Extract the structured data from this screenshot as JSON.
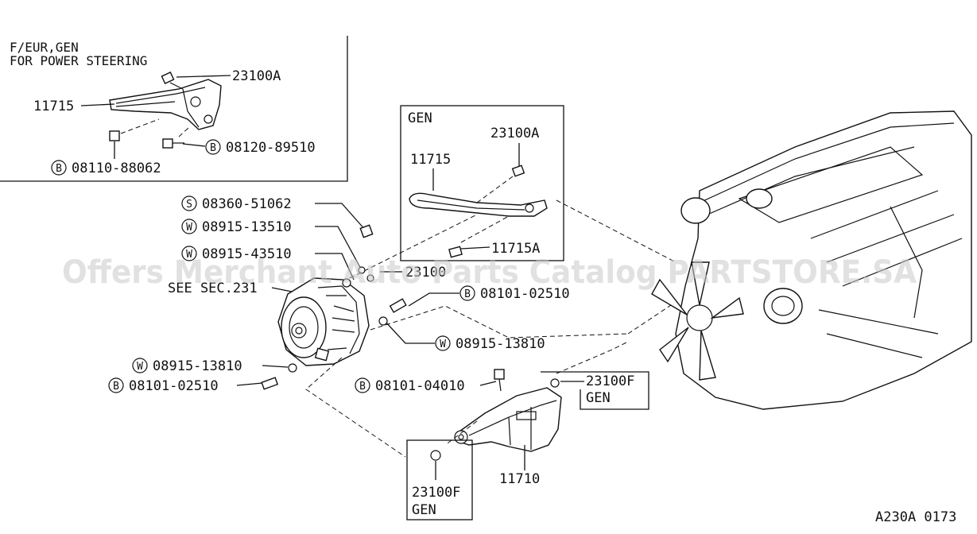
{
  "inset_left": {
    "line1": "F/EUR,GEN",
    "line2": "FOR POWER STEERING",
    "part_23100A": "23100A",
    "part_11715": "11715",
    "bolt_b1_sym": "B",
    "bolt_b1_no": "08120-89510",
    "bolt_b2_sym": "B",
    "bolt_b2_no": "08110-88062"
  },
  "inset_gen": {
    "title": "GEN",
    "part_23100A": "23100A",
    "part_11715": "11715",
    "part_11715A": "11715A"
  },
  "callouts": {
    "s_sym": "S",
    "s_no": "08360-51062",
    "w1_sym": "W",
    "w1_no": "08915-13510",
    "w2_sym": "W",
    "w2_no": "08915-43510",
    "alt_no": "23100",
    "see_sec": "SEE SEC.231",
    "b3_sym": "B",
    "b3_no": "08101-02510",
    "w3_sym": "W",
    "w3_no": "08915-13810",
    "w4_sym": "W",
    "w4_no": "08915-13810",
    "b4_sym": "B",
    "b4_no": "08101-02510",
    "b5_sym": "B",
    "b5_no": "08101-04010",
    "f1_no": "23100F",
    "f1_note": "GEN",
    "bracket_no": "11710",
    "f2_no": "23100F",
    "f2_note": "GEN"
  },
  "figure_code": "A230A 0173",
  "watermark": "Offers Merchant Auto Parts Catalog PARTSTORE.SA"
}
